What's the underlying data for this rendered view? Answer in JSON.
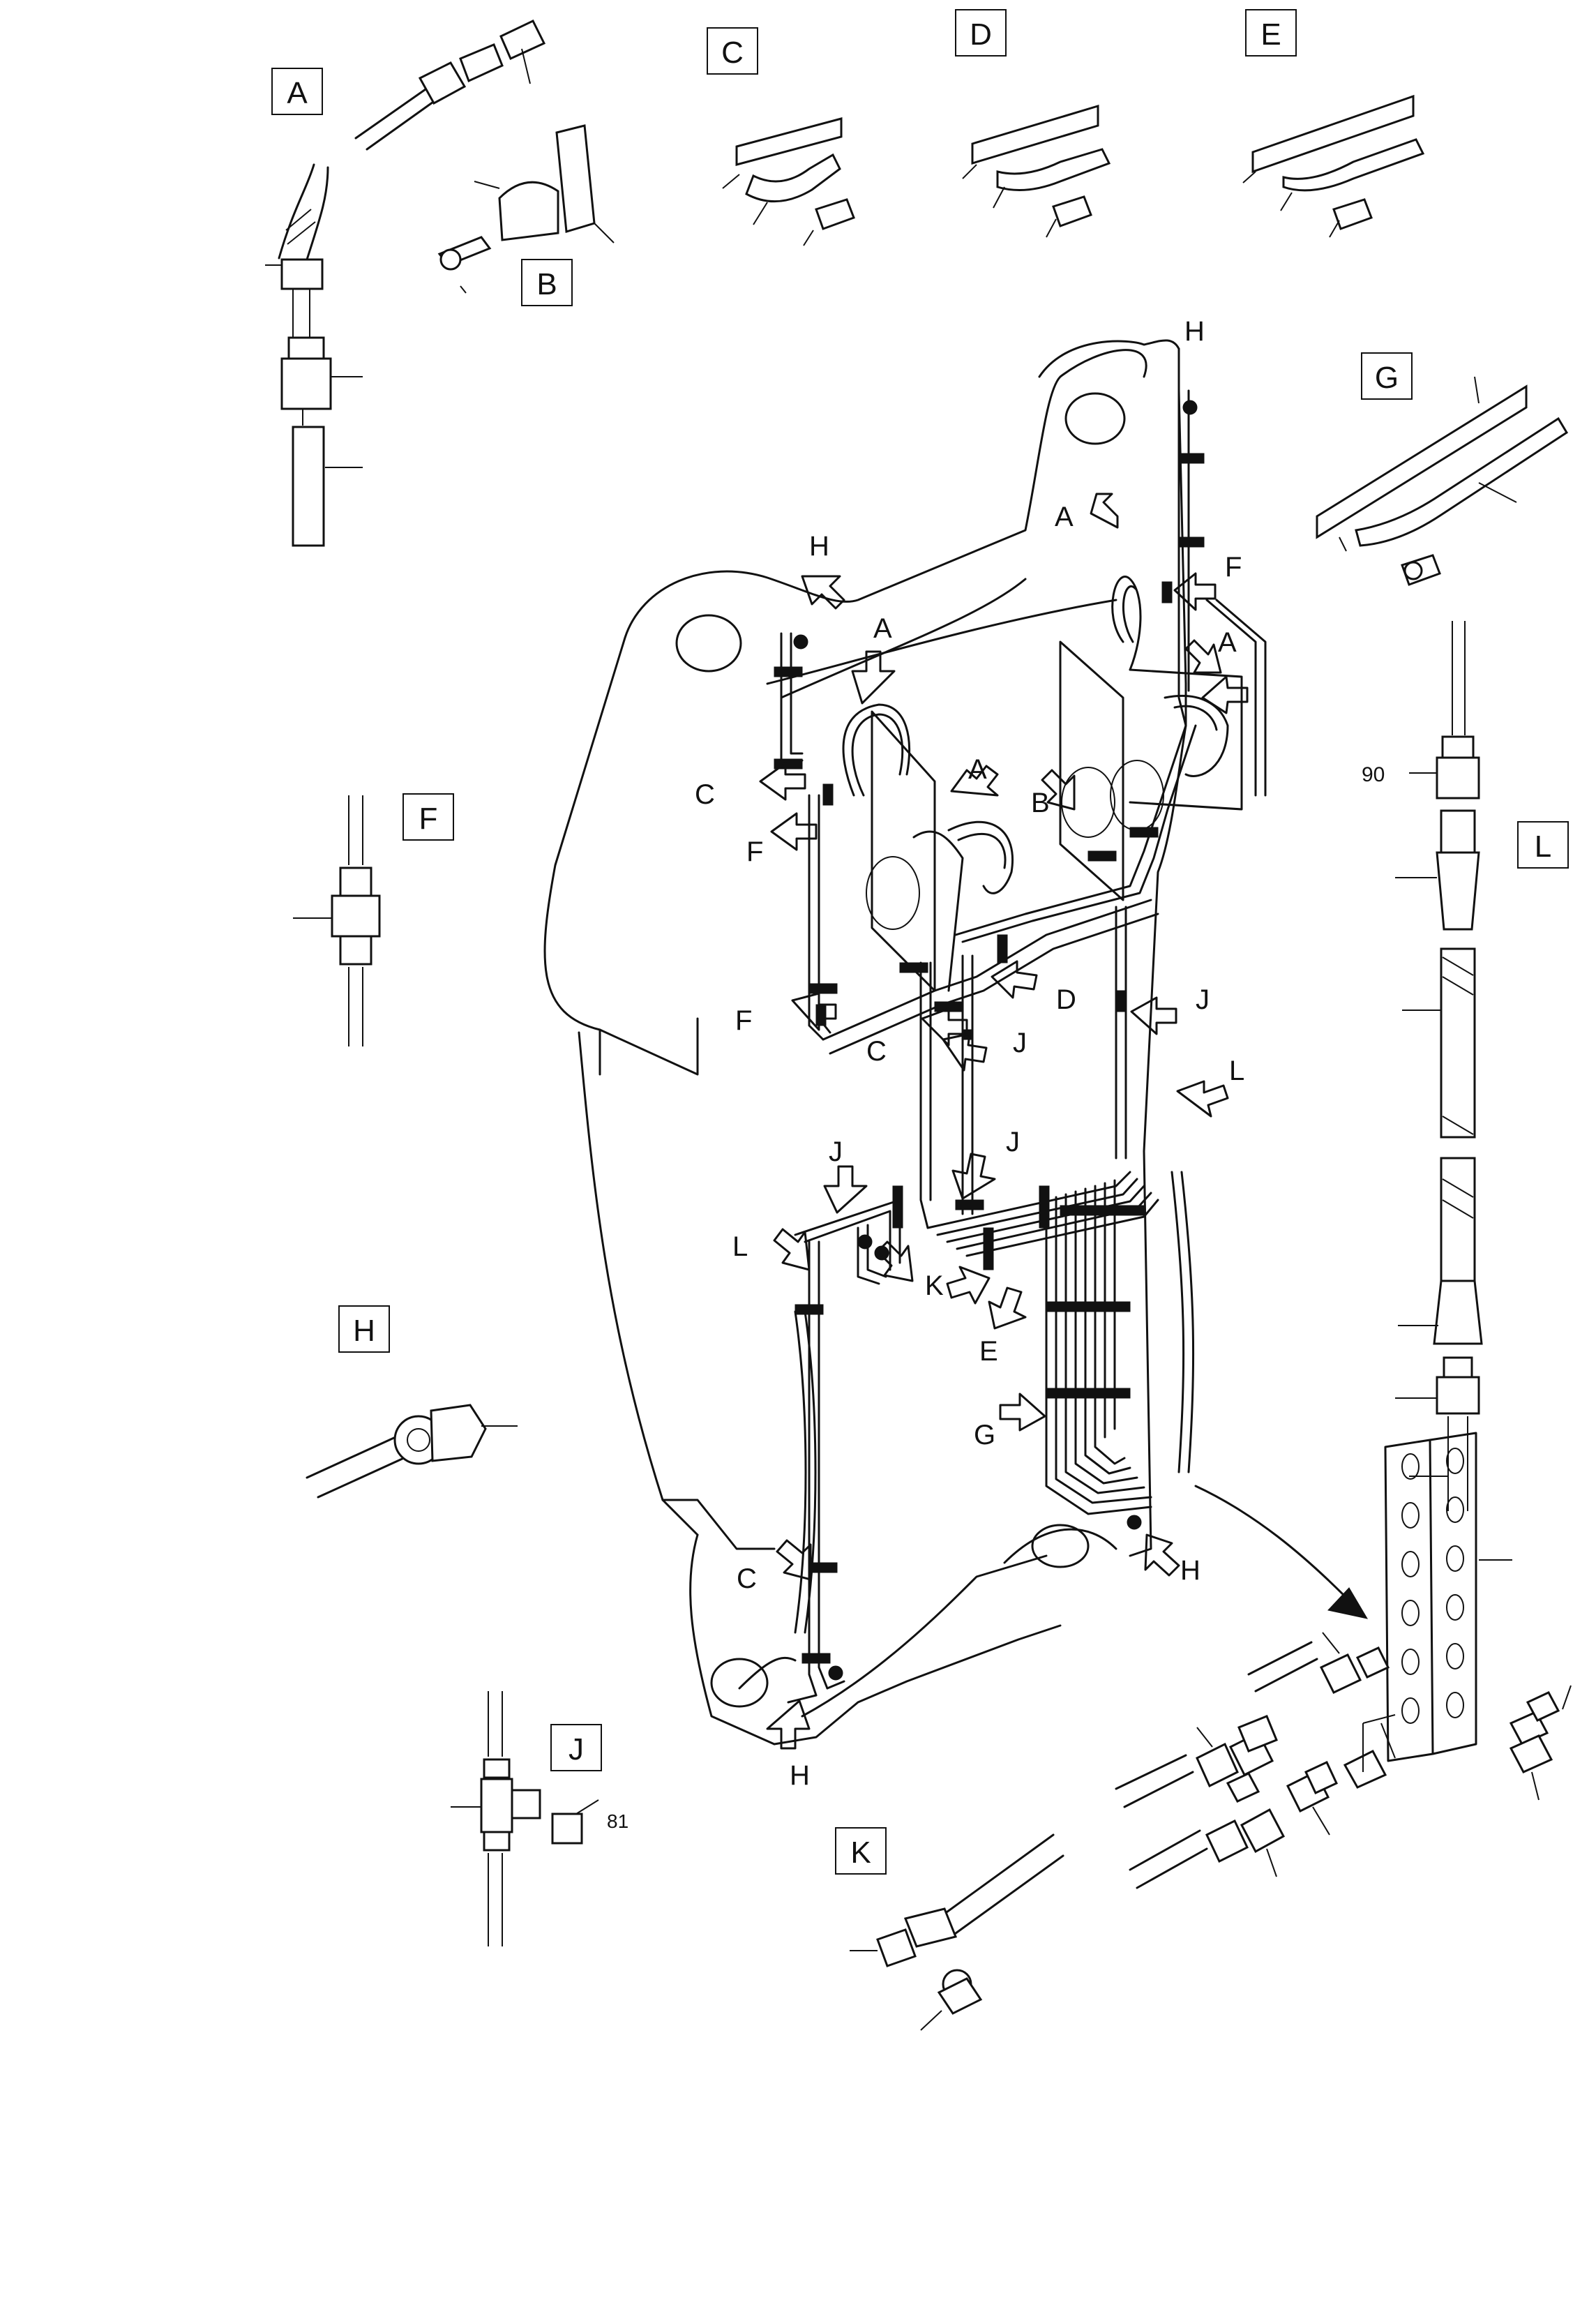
{
  "diagram": {
    "boxed_labels": {
      "A": "A",
      "B": "B",
      "C": "C",
      "D": "D",
      "E": "E",
      "F": "F",
      "G": "G",
      "H": "H",
      "J": "J",
      "K": "K",
      "L": "L"
    },
    "callouts": {
      "H": "H",
      "A": "A",
      "F": "F",
      "C": "C",
      "B": "B",
      "D": "D",
      "J": "J",
      "L": "L",
      "K": "K",
      "E": "E",
      "G": "G"
    },
    "part_numbers": {
      "p90": "90",
      "p81": "81"
    }
  }
}
